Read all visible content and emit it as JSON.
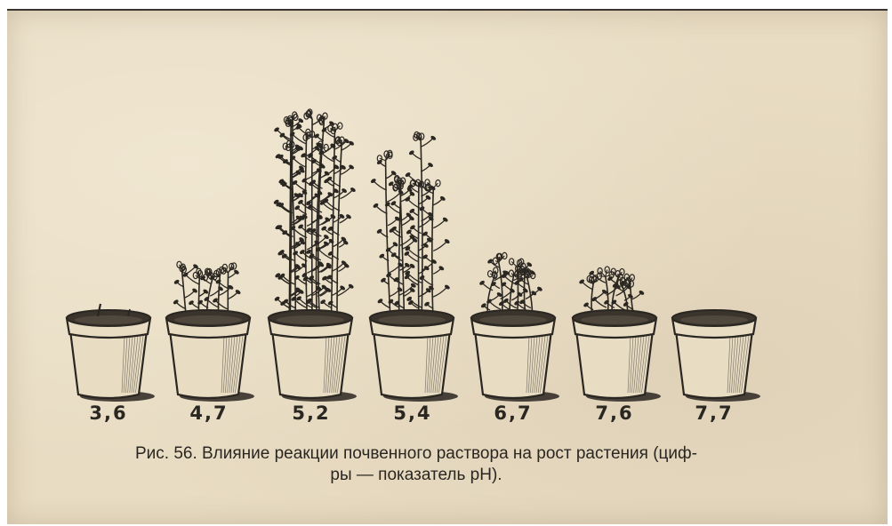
{
  "figure": {
    "ph_values": [
      "3,6",
      "4,7",
      "5,2",
      "5,4",
      "6,7",
      "7,6",
      "7,7"
    ],
    "plant_heights": [
      0,
      0.27,
      1.0,
      0.89,
      0.27,
      0.22,
      0
    ],
    "plant_stems": [
      0,
      5,
      9,
      6,
      6,
      5,
      0
    ],
    "ink_color": "#2a2621",
    "paper_color": "#e8dcc3"
  },
  "caption": {
    "line1": "Рис. 56. Влияние реакции почвенного раствора на рост растения (циф-",
    "line2": "ры — показатель рН)."
  }
}
